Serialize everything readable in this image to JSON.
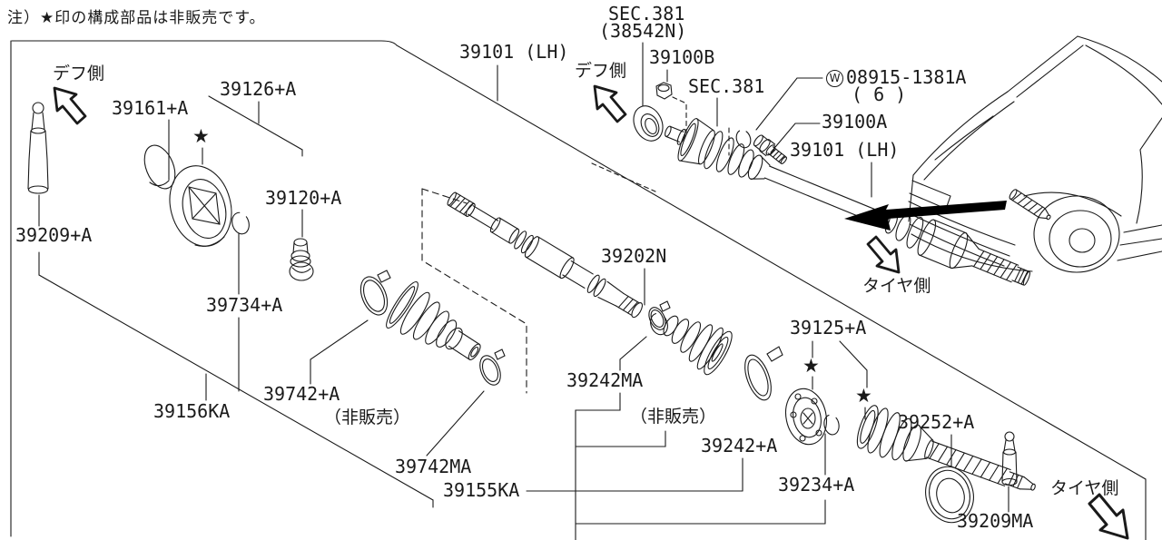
{
  "note": "注）★印の構成部品は非販売です。",
  "colors": {
    "line": "#1a1a1a",
    "background": "#ffffff",
    "arrow_fill": "#000000"
  },
  "symbols": {
    "star": "★",
    "washer_w": "W"
  },
  "direction_labels": {
    "diff_side_left": "デフ側",
    "diff_side_right": "デフ側",
    "tire_side_upper": "タイヤ側",
    "tire_side_lower": "タイヤ側"
  },
  "labels": {
    "p39101_lh_left": "39101 (LH)",
    "sec381_a": "SEC.381",
    "sec381_a_sub": "(38542N)",
    "p39100b": "39100B",
    "sec381_b": "SEC.381",
    "w_code": "08915-1381A",
    "w_qty": "( 6 )",
    "p39100a": "39100A",
    "p39101_lh_right": "39101 (LH)",
    "p39161": "39161+A",
    "p39126": "39126+A",
    "p39120": "39120+A",
    "p39209": "39209+A",
    "p39734": "39734+A",
    "p39202n": "39202N",
    "p39125": "39125+A",
    "p39242ma": "39242MA",
    "nonsale_center": "（非販売）",
    "p39242a": "39242+A",
    "p39156ka": "39156KA",
    "p39742a": "39742+A",
    "nonsale_left": "（非販売）",
    "p39742ma": "39742MA",
    "p39155ka": "39155KA",
    "p39234a": "39234+A",
    "p39252a": "39252+A",
    "p39209ma": "39209MA"
  }
}
